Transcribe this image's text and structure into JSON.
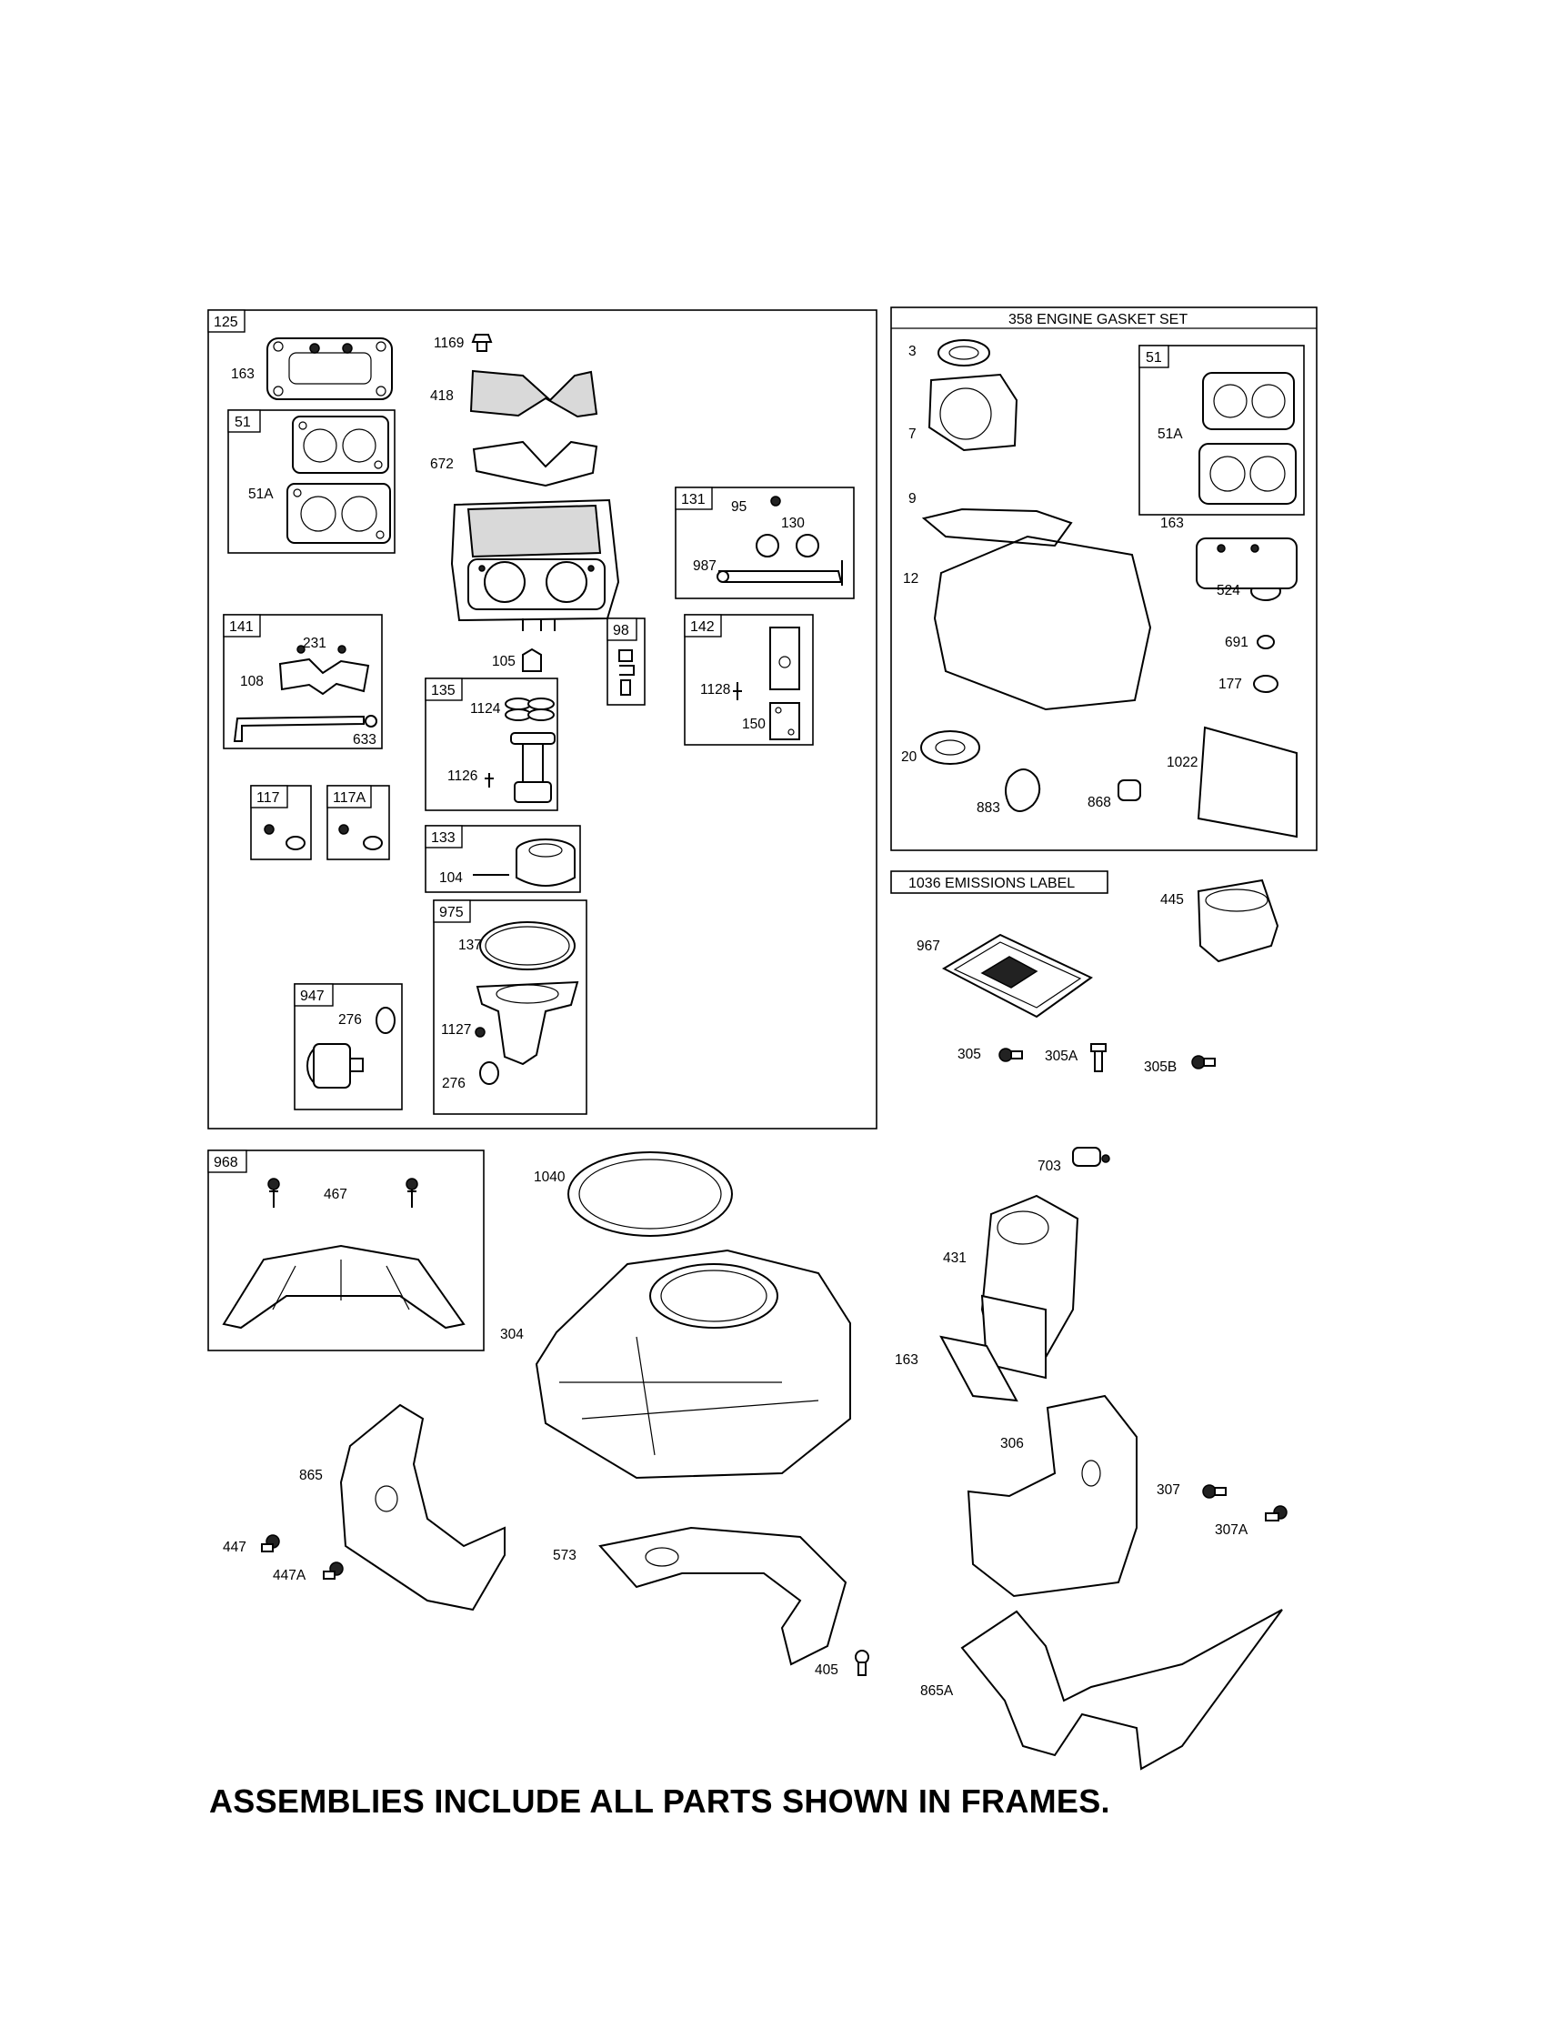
{
  "frames": {
    "f125": "125",
    "f51_left": "51",
    "f131": "131",
    "f141": "141",
    "f98": "98",
    "f142": "142",
    "f135": "135",
    "f117": "117",
    "f117A": "117A",
    "f133": "133",
    "f975": "975",
    "f947": "947",
    "f968": "968",
    "f358": "358 ENGINE GASKET SET",
    "f51_right": "51",
    "f1036": "1036 EMISSIONS LABEL"
  },
  "labels": {
    "l163a": "163",
    "l1169": "1169",
    "l418": "418",
    "l672": "672",
    "l51A_left": "51A",
    "l95": "95",
    "l130": "130",
    "l987": "987",
    "l231": "231",
    "l108": "108",
    "l633": "633",
    "l105": "105",
    "l1124": "1124",
    "l1126": "1126",
    "l1128": "1128",
    "l150": "150",
    "l104": "104",
    "l137": "137",
    "l1127": "1127",
    "l276a": "276",
    "l276b": "276",
    "l3": "3",
    "l7": "7",
    "l9": "9",
    "l12": "12",
    "l51A_right": "51A",
    "l163b": "163",
    "l524": "524",
    "l691": "691",
    "l177": "177",
    "l20": "20",
    "l1022": "1022",
    "l883": "883",
    "l868": "868",
    "l445": "445",
    "l967": "967",
    "l305": "305",
    "l305A": "305A",
    "l305B": "305B",
    "l467": "467",
    "l1040": "1040",
    "l703": "703",
    "l431": "431",
    "l304": "304",
    "l163c": "163",
    "l865": "865",
    "l306": "306",
    "l307": "307",
    "l307A": "307A",
    "l447": "447",
    "l447A": "447A",
    "l573": "573",
    "l405": "405",
    "l865A": "865A"
  },
  "footer": "ASSEMBLIES INCLUDE ALL PARTS SHOWN IN FRAMES."
}
